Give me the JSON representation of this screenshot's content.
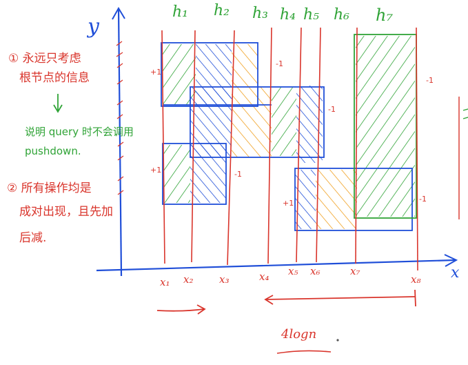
{
  "axes": {
    "y_label": "y",
    "x_label": "x"
  },
  "heights": [
    "h₁",
    "h₂",
    "h₃",
    "h₄",
    "h₅",
    "h₆",
    "h₇"
  ],
  "x_ticks": [
    "x₁",
    "x₂",
    "x₃",
    "x₄",
    "x₅",
    "x₆",
    "x₇",
    "x₈"
  ],
  "notes": {
    "note1_line1": "① 永远只考虑",
    "note1_line2": "根节点的信息",
    "note_green_line1": "说明 query 时不会调用",
    "note_green_line2": "pushdown.",
    "note2_line1": "② 所有操作均是",
    "note2_line2": "成对出现，且先加",
    "note2_line3": "后减."
  },
  "edge_marks": {
    "plus": "+1",
    "minus": "-1"
  },
  "complexity": "4logn",
  "colors": {
    "red": "#d9342b",
    "green": "#2fa336",
    "blue": "#1f4ed8",
    "orange": "#f0a020"
  }
}
